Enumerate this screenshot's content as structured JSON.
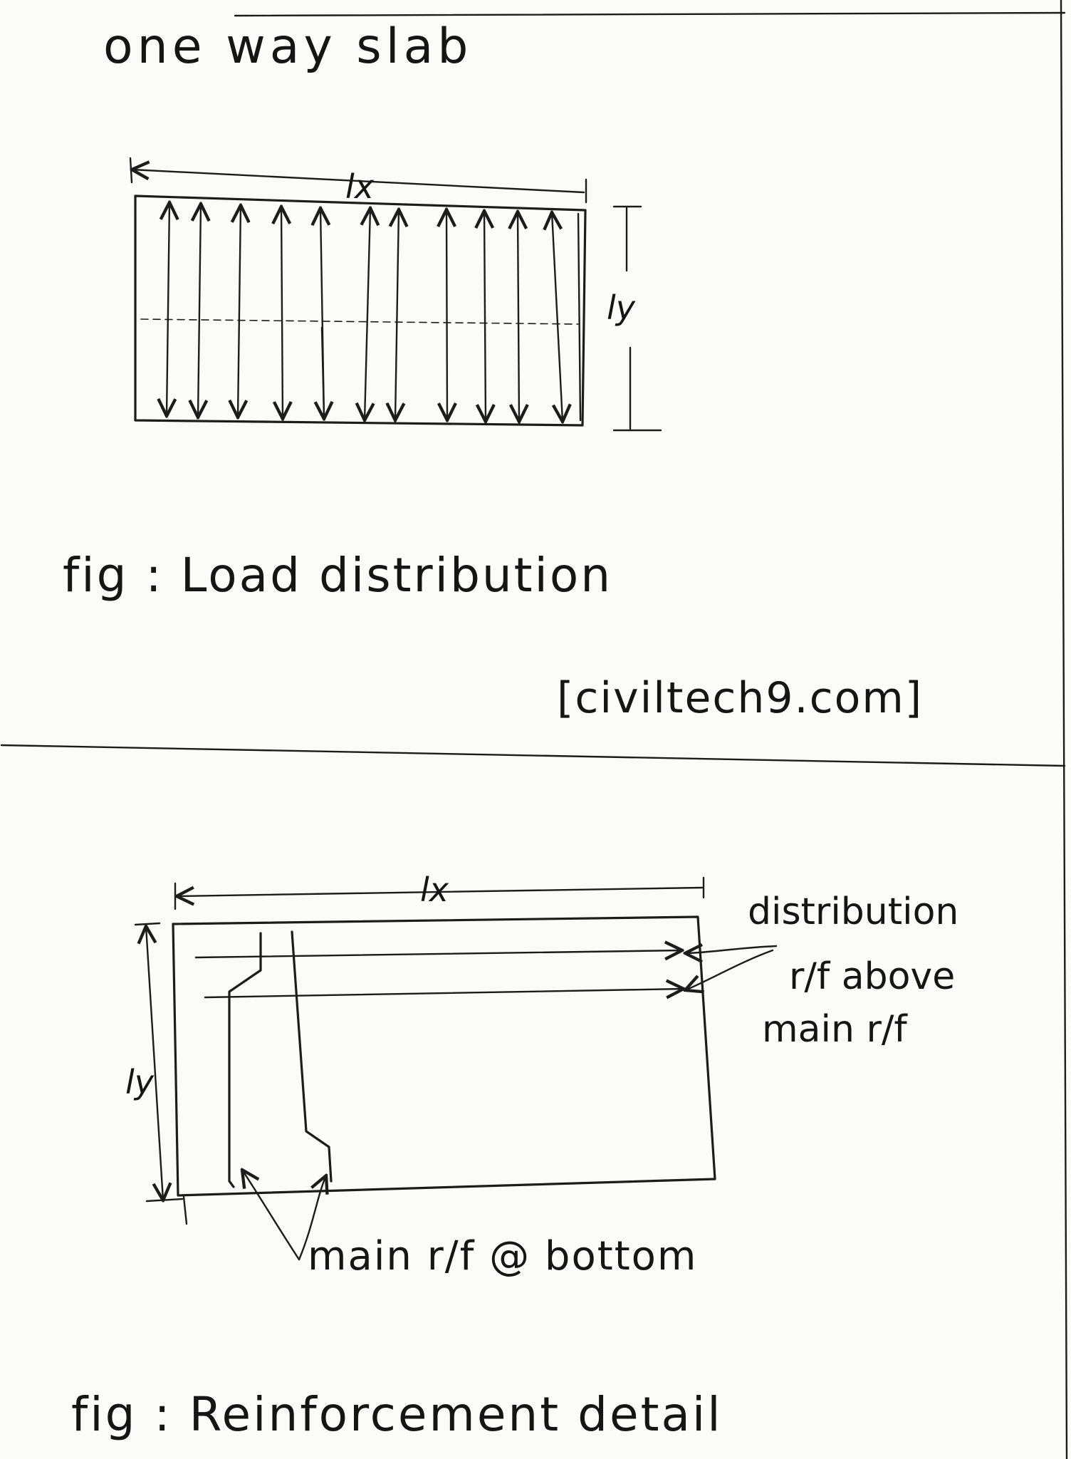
{
  "page": {
    "title": "one way slab",
    "watermark": "[civiltech9.com]"
  },
  "figure1": {
    "dimension_x": "lx",
    "dimension_y": "ly",
    "caption": "fig : Load distribution"
  },
  "figure2": {
    "dimension_x": "lx",
    "dimension_y": "ly",
    "note_distribution": [
      "distribution",
      "r/f above",
      "main r/f"
    ],
    "note_main": "main r/f @ bottom",
    "caption": "fig : Reinforcement detail"
  }
}
